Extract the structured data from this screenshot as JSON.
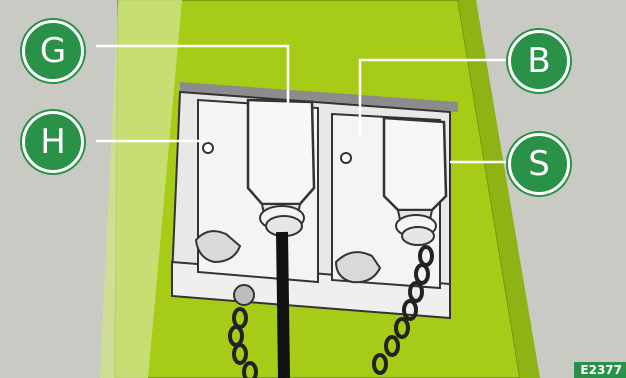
{
  "colors": {
    "badge_fill": "#2a9148",
    "badge_text": "#ffffff",
    "panel_green": "#a7cc18",
    "background_grey": "#c9cac4"
  },
  "callouts": [
    {
      "letter": "G",
      "target": "left-connector-housing"
    },
    {
      "letter": "H",
      "target": "left-mounting-screw"
    },
    {
      "letter": "B",
      "target": "right-mounting-screw"
    },
    {
      "letter": "S",
      "target": "right-connector-housing"
    }
  ],
  "figure_code": "E2377"
}
